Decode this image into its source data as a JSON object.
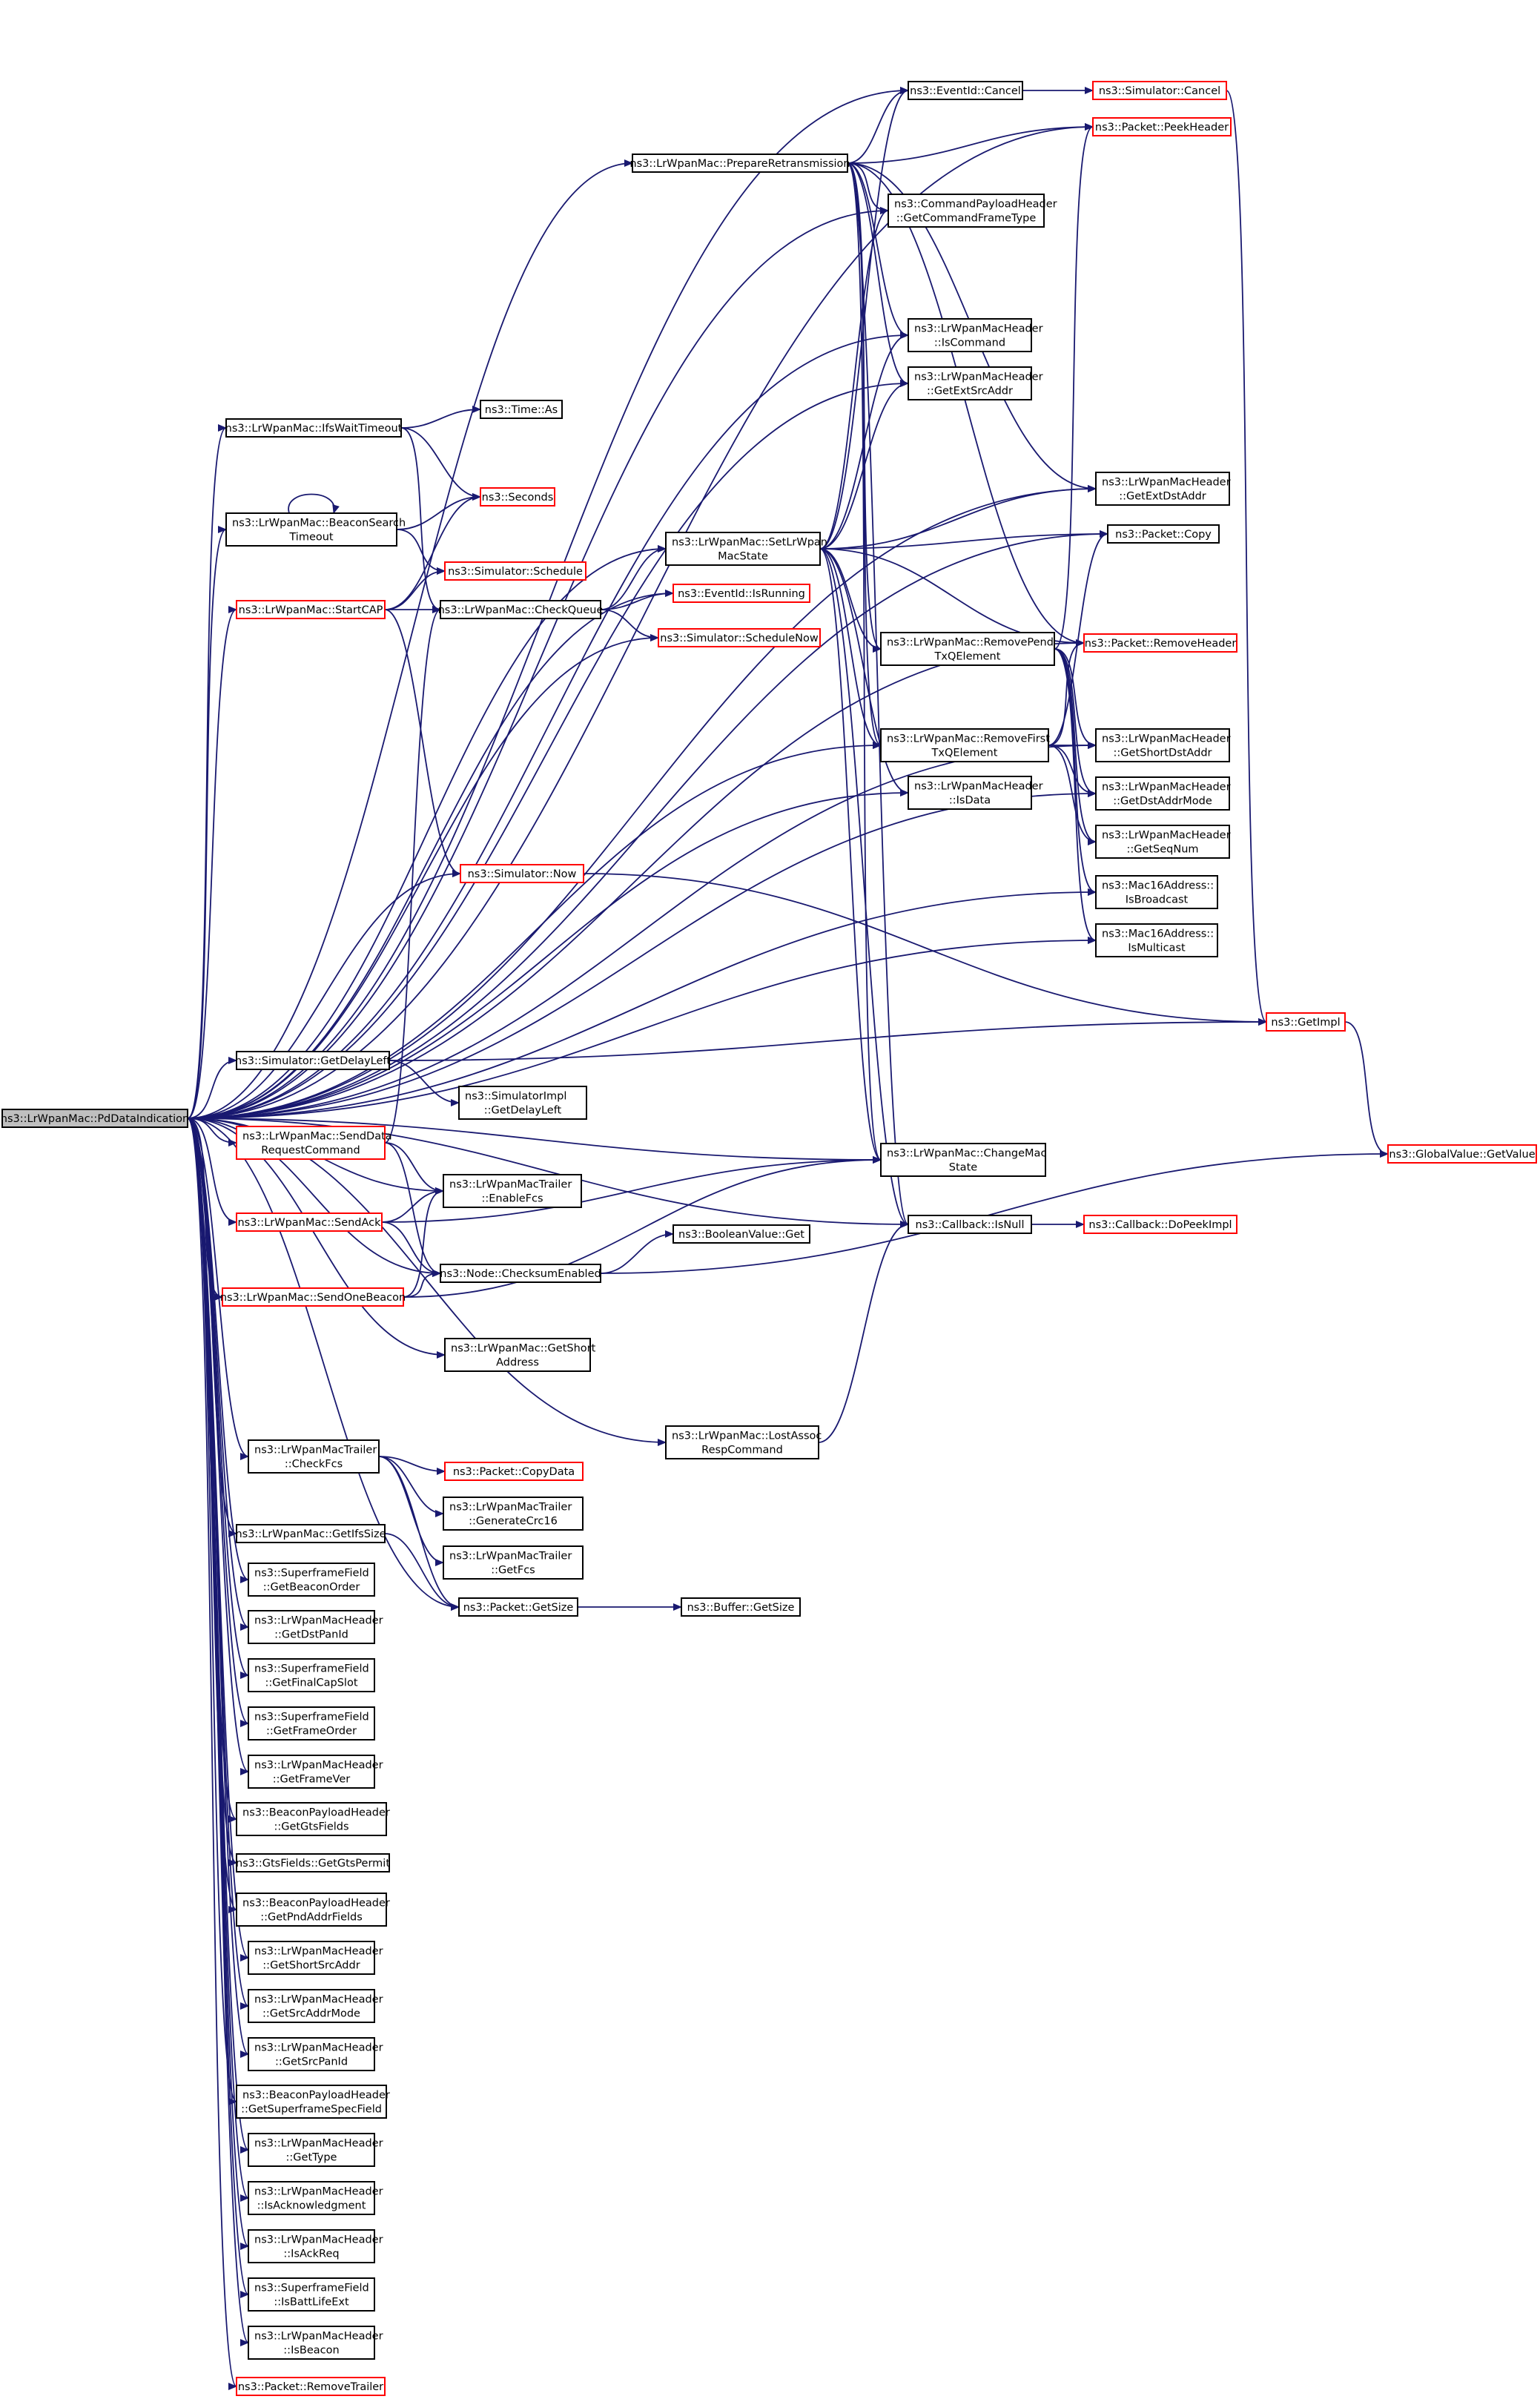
{
  "diagram": {
    "root": "pdDataIndication",
    "nodes": [
      {
        "id": "pdDataIndication",
        "lines": [
          "ns3::LrWpanMac::PdDataIndication"
        ],
        "style": "root"
      },
      {
        "id": "eventIdCancel",
        "lines": [
          "ns3::EventId::Cancel"
        ],
        "style": "black"
      },
      {
        "id": "simulatorCancel",
        "lines": [
          "ns3::Simulator::Cancel"
        ],
        "style": "red"
      },
      {
        "id": "packetPeekHeader",
        "lines": [
          "ns3::Packet::PeekHeader"
        ],
        "style": "red"
      },
      {
        "id": "prepareRetransmission",
        "lines": [
          "ns3::LrWpanMac::PrepareRetransmission"
        ],
        "style": "black"
      },
      {
        "id": "getCommandFrameType",
        "lines": [
          "ns3::CommandPayloadHeader",
          "::GetCommandFrameType"
        ],
        "style": "black"
      },
      {
        "id": "isCommand",
        "lines": [
          "ns3::LrWpanMacHeader",
          "::IsCommand"
        ],
        "style": "black"
      },
      {
        "id": "getExtSrcAddr",
        "lines": [
          "ns3::LrWpanMacHeader",
          "::GetExtSrcAddr"
        ],
        "style": "black"
      },
      {
        "id": "timeAs",
        "lines": [
          "ns3::Time::As"
        ],
        "style": "black"
      },
      {
        "id": "ifsWaitTimeout",
        "lines": [
          "ns3::LrWpanMac::IfsWaitTimeout"
        ],
        "style": "black"
      },
      {
        "id": "seconds",
        "lines": [
          "ns3::Seconds"
        ],
        "style": "red"
      },
      {
        "id": "getExtDstAddr",
        "lines": [
          "ns3::LrWpanMacHeader",
          "::GetExtDstAddr"
        ],
        "style": "black"
      },
      {
        "id": "beaconSearchTimeout",
        "lines": [
          "ns3::LrWpanMac::BeaconSearch",
          "Timeout"
        ],
        "style": "black"
      },
      {
        "id": "setLrWpanMacState",
        "lines": [
          "ns3::LrWpanMac::SetLrWpan",
          "MacState"
        ],
        "style": "black"
      },
      {
        "id": "packetCopy",
        "lines": [
          "ns3::Packet::Copy"
        ],
        "style": "black"
      },
      {
        "id": "simulatorSchedule",
        "lines": [
          "ns3::Simulator::Schedule"
        ],
        "style": "red"
      },
      {
        "id": "eventIdIsRunning",
        "lines": [
          "ns3::EventId::IsRunning"
        ],
        "style": "red"
      },
      {
        "id": "startCAP",
        "lines": [
          "ns3::LrWpanMac::StartCAP"
        ],
        "style": "red"
      },
      {
        "id": "checkQueue",
        "lines": [
          "ns3::LrWpanMac::CheckQueue"
        ],
        "style": "black"
      },
      {
        "id": "simulatorScheduleNow",
        "lines": [
          "ns3::Simulator::ScheduleNow"
        ],
        "style": "red"
      },
      {
        "id": "removePendTxQElement",
        "lines": [
          "ns3::LrWpanMac::RemovePend",
          "TxQElement"
        ],
        "style": "black"
      },
      {
        "id": "packetRemoveHeader",
        "lines": [
          "ns3::Packet::RemoveHeader"
        ],
        "style": "red"
      },
      {
        "id": "removeFirstTxQElement",
        "lines": [
          "ns3::LrWpanMac::RemoveFirst",
          "TxQElement"
        ],
        "style": "black"
      },
      {
        "id": "getShortDstAddr",
        "lines": [
          "ns3::LrWpanMacHeader",
          "::GetShortDstAddr"
        ],
        "style": "black"
      },
      {
        "id": "isData",
        "lines": [
          "ns3::LrWpanMacHeader",
          "::IsData"
        ],
        "style": "black"
      },
      {
        "id": "getDstAddrMode",
        "lines": [
          "ns3::LrWpanMacHeader",
          "::GetDstAddrMode"
        ],
        "style": "black"
      },
      {
        "id": "getSeqNum",
        "lines": [
          "ns3::LrWpanMacHeader",
          "::GetSeqNum"
        ],
        "style": "black"
      },
      {
        "id": "simulatorNow",
        "lines": [
          "ns3::Simulator::Now"
        ],
        "style": "red"
      },
      {
        "id": "isBroadcast",
        "lines": [
          "ns3::Mac16Address::",
          "IsBroadcast"
        ],
        "style": "black"
      },
      {
        "id": "isMulticast",
        "lines": [
          "ns3::Mac16Address::",
          "IsMulticast"
        ],
        "style": "black"
      },
      {
        "id": "getImpl",
        "lines": [
          "ns3::GetImpl"
        ],
        "style": "red"
      },
      {
        "id": "simulatorGetDelayLeft",
        "lines": [
          "ns3::Simulator::GetDelayLeft"
        ],
        "style": "black"
      },
      {
        "id": "simulatorImplGetDelayLeft",
        "lines": [
          "ns3::SimulatorImpl",
          "::GetDelayLeft"
        ],
        "style": "black"
      },
      {
        "id": "globalValueGetValue",
        "lines": [
          "ns3::GlobalValue::GetValue"
        ],
        "style": "red"
      },
      {
        "id": "sendDataRequestCommand",
        "lines": [
          "ns3::LrWpanMac::SendData",
          "RequestCommand"
        ],
        "style": "red"
      },
      {
        "id": "changeMacState",
        "lines": [
          "ns3::LrWpanMac::ChangeMac",
          "State"
        ],
        "style": "black"
      },
      {
        "id": "enableFcs",
        "lines": [
          "ns3::LrWpanMacTrailer",
          "::EnableFcs"
        ],
        "style": "black"
      },
      {
        "id": "sendAck",
        "lines": [
          "ns3::LrWpanMac::SendAck"
        ],
        "style": "red"
      },
      {
        "id": "callbackIsNull",
        "lines": [
          "ns3::Callback::IsNull"
        ],
        "style": "black"
      },
      {
        "id": "callbackDoPeekImpl",
        "lines": [
          "ns3::Callback::DoPeekImpl"
        ],
        "style": "red"
      },
      {
        "id": "booleanValueGet",
        "lines": [
          "ns3::BooleanValue::Get"
        ],
        "style": "black"
      },
      {
        "id": "checksumEnabled",
        "lines": [
          "ns3::Node::ChecksumEnabled"
        ],
        "style": "black"
      },
      {
        "id": "sendOneBeacon",
        "lines": [
          "ns3::LrWpanMac::SendOneBeacon"
        ],
        "style": "red"
      },
      {
        "id": "getShortAddress",
        "lines": [
          "ns3::LrWpanMac::GetShort",
          "Address"
        ],
        "style": "black"
      },
      {
        "id": "lostAssocRespCommand",
        "lines": [
          "ns3::LrWpanMac::LostAssoc",
          "RespCommand"
        ],
        "style": "black"
      },
      {
        "id": "checkFcs",
        "lines": [
          "ns3::LrWpanMacTrailer",
          "::CheckFcs"
        ],
        "style": "black"
      },
      {
        "id": "packetCopyData",
        "lines": [
          "ns3::Packet::CopyData"
        ],
        "style": "red"
      },
      {
        "id": "generateCrc16",
        "lines": [
          "ns3::LrWpanMacTrailer",
          "::GenerateCrc16"
        ],
        "style": "black"
      },
      {
        "id": "getIfsSize",
        "lines": [
          "ns3::LrWpanMac::GetIfsSize"
        ],
        "style": "black"
      },
      {
        "id": "getFcs",
        "lines": [
          "ns3::LrWpanMacTrailer",
          "::GetFcs"
        ],
        "style": "black"
      },
      {
        "id": "getBeaconOrder",
        "lines": [
          "ns3::SuperframeField",
          "::GetBeaconOrder"
        ],
        "style": "black"
      },
      {
        "id": "packetGetSize",
        "lines": [
          "ns3::Packet::GetSize"
        ],
        "style": "black"
      },
      {
        "id": "bufferGetSize",
        "lines": [
          "ns3::Buffer::GetSize"
        ],
        "style": "black"
      },
      {
        "id": "getDstPanId",
        "lines": [
          "ns3::LrWpanMacHeader",
          "::GetDstPanId"
        ],
        "style": "black"
      },
      {
        "id": "getFinalCapSlot",
        "lines": [
          "ns3::SuperframeField",
          "::GetFinalCapSlot"
        ],
        "style": "black"
      },
      {
        "id": "getFrameOrder",
        "lines": [
          "ns3::SuperframeField",
          "::GetFrameOrder"
        ],
        "style": "black"
      },
      {
        "id": "getFrameVer",
        "lines": [
          "ns3::LrWpanMacHeader",
          "::GetFrameVer"
        ],
        "style": "black"
      },
      {
        "id": "getGtsFields",
        "lines": [
          "ns3::BeaconPayloadHeader",
          "::GetGtsFields"
        ],
        "style": "black"
      },
      {
        "id": "getGtsPermit",
        "lines": [
          "ns3::GtsFields::GetGtsPermit"
        ],
        "style": "black"
      },
      {
        "id": "getPndAddrFields",
        "lines": [
          "ns3::BeaconPayloadHeader",
          "::GetPndAddrFields"
        ],
        "style": "black"
      },
      {
        "id": "getShortSrcAddr",
        "lines": [
          "ns3::LrWpanMacHeader",
          "::GetShortSrcAddr"
        ],
        "style": "black"
      },
      {
        "id": "getSrcAddrMode",
        "lines": [
          "ns3::LrWpanMacHeader",
          "::GetSrcAddrMode"
        ],
        "style": "black"
      },
      {
        "id": "getSrcPanId",
        "lines": [
          "ns3::LrWpanMacHeader",
          "::GetSrcPanId"
        ],
        "style": "black"
      },
      {
        "id": "getSuperframeSpecField",
        "lines": [
          "ns3::BeaconPayloadHeader",
          "::GetSuperframeSpecField"
        ],
        "style": "black"
      },
      {
        "id": "getType",
        "lines": [
          "ns3::LrWpanMacHeader",
          "::GetType"
        ],
        "style": "black"
      },
      {
        "id": "isAcknowledgment",
        "lines": [
          "ns3::LrWpanMacHeader",
          "::IsAcknowledgment"
        ],
        "style": "black"
      },
      {
        "id": "isAckReq",
        "lines": [
          "ns3::LrWpanMacHeader",
          "::IsAckReq"
        ],
        "style": "black"
      },
      {
        "id": "isBattLifeExt",
        "lines": [
          "ns3::SuperframeField",
          "::IsBattLifeExt"
        ],
        "style": "black"
      },
      {
        "id": "isBeacon",
        "lines": [
          "ns3::LrWpanMacHeader",
          "::IsBeacon"
        ],
        "style": "black"
      },
      {
        "id": "packetRemoveTrailer",
        "lines": [
          "ns3::Packet::RemoveTrailer"
        ],
        "style": "red"
      }
    ],
    "edges": [
      [
        "pdDataIndication",
        "eventIdCancel"
      ],
      [
        "pdDataIndication",
        "packetPeekHeader"
      ],
      [
        "pdDataIndication",
        "prepareRetransmission"
      ],
      [
        "pdDataIndication",
        "getCommandFrameType"
      ],
      [
        "pdDataIndication",
        "isCommand"
      ],
      [
        "pdDataIndication",
        "getExtSrcAddr"
      ],
      [
        "pdDataIndication",
        "ifsWaitTimeout"
      ],
      [
        "pdDataIndication",
        "getExtDstAddr"
      ],
      [
        "pdDataIndication",
        "beaconSearchTimeout"
      ],
      [
        "pdDataIndication",
        "setLrWpanMacState"
      ],
      [
        "pdDataIndication",
        "packetCopy"
      ],
      [
        "pdDataIndication",
        "eventIdIsRunning"
      ],
      [
        "pdDataIndication",
        "startCAP"
      ],
      [
        "pdDataIndication",
        "simulatorScheduleNow"
      ],
      [
        "pdDataIndication",
        "packetRemoveHeader"
      ],
      [
        "pdDataIndication",
        "removeFirstTxQElement"
      ],
      [
        "pdDataIndication",
        "isData"
      ],
      [
        "pdDataIndication",
        "getDstAddrMode"
      ],
      [
        "pdDataIndication",
        "getShortDstAddr"
      ],
      [
        "pdDataIndication",
        "simulatorNow"
      ],
      [
        "pdDataIndication",
        "isBroadcast"
      ],
      [
        "pdDataIndication",
        "isMulticast"
      ],
      [
        "pdDataIndication",
        "simulatorGetDelayLeft"
      ],
      [
        "pdDataIndication",
        "sendDataRequestCommand"
      ],
      [
        "pdDataIndication",
        "changeMacState"
      ],
      [
        "pdDataIndication",
        "enableFcs"
      ],
      [
        "pdDataIndication",
        "sendAck"
      ],
      [
        "pdDataIndication",
        "checksumEnabled"
      ],
      [
        "pdDataIndication",
        "sendOneBeacon"
      ],
      [
        "pdDataIndication",
        "getShortAddress"
      ],
      [
        "pdDataIndication",
        "callbackIsNull"
      ],
      [
        "pdDataIndication",
        "lostAssocRespCommand"
      ],
      [
        "pdDataIndication",
        "checkFcs"
      ],
      [
        "pdDataIndication",
        "getIfsSize"
      ],
      [
        "pdDataIndication",
        "getBeaconOrder"
      ],
      [
        "pdDataIndication",
        "getDstPanId"
      ],
      [
        "pdDataIndication",
        "getFinalCapSlot"
      ],
      [
        "pdDataIndication",
        "getFrameOrder"
      ],
      [
        "pdDataIndication",
        "getFrameVer"
      ],
      [
        "pdDataIndication",
        "getGtsFields"
      ],
      [
        "pdDataIndication",
        "getGtsPermit"
      ],
      [
        "pdDataIndication",
        "getPndAddrFields"
      ],
      [
        "pdDataIndication",
        "getShortSrcAddr"
      ],
      [
        "pdDataIndication",
        "getSrcAddrMode"
      ],
      [
        "pdDataIndication",
        "getSrcPanId"
      ],
      [
        "pdDataIndication",
        "getSuperframeSpecField"
      ],
      [
        "pdDataIndication",
        "getType"
      ],
      [
        "pdDataIndication",
        "isAcknowledgment"
      ],
      [
        "pdDataIndication",
        "isAckReq"
      ],
      [
        "pdDataIndication",
        "isBattLifeExt"
      ],
      [
        "pdDataIndication",
        "isBeacon"
      ],
      [
        "pdDataIndication",
        "packetRemoveTrailer"
      ],
      [
        "pdDataIndication",
        "packetGetSize"
      ],
      [
        "eventIdCancel",
        "simulatorCancel"
      ],
      [
        "simulatorCancel",
        "getImpl"
      ],
      [
        "prepareRetransmission",
        "eventIdCancel"
      ],
      [
        "prepareRetransmission",
        "packetPeekHeader"
      ],
      [
        "prepareRetransmission",
        "getCommandFrameType"
      ],
      [
        "prepareRetransmission",
        "isCommand"
      ],
      [
        "prepareRetransmission",
        "getExtSrcAddr"
      ],
      [
        "prepareRetransmission",
        "getExtDstAddr"
      ],
      [
        "prepareRetransmission",
        "packetRemoveHeader"
      ],
      [
        "prepareRetransmission",
        "removePendTxQElement"
      ],
      [
        "prepareRetransmission",
        "removeFirstTxQElement"
      ],
      [
        "prepareRetransmission",
        "changeMacState"
      ],
      [
        "prepareRetransmission",
        "callbackIsNull"
      ],
      [
        "ifsWaitTimeout",
        "timeAs"
      ],
      [
        "ifsWaitTimeout",
        "seconds"
      ],
      [
        "ifsWaitTimeout",
        "checkQueue"
      ],
      [
        "beaconSearchTimeout",
        "beaconSearchTimeout"
      ],
      [
        "beaconSearchTimeout",
        "seconds"
      ],
      [
        "beaconSearchTimeout",
        "simulatorSchedule"
      ],
      [
        "startCAP",
        "seconds"
      ],
      [
        "startCAP",
        "simulatorSchedule"
      ],
      [
        "startCAP",
        "checkQueue"
      ],
      [
        "startCAP",
        "simulatorNow"
      ],
      [
        "checkQueue",
        "setLrWpanMacState"
      ],
      [
        "checkQueue",
        "eventIdIsRunning"
      ],
      [
        "checkQueue",
        "simulatorScheduleNow"
      ],
      [
        "setLrWpanMacState",
        "eventIdCancel"
      ],
      [
        "setLrWpanMacState",
        "getCommandFrameType"
      ],
      [
        "setLrWpanMacState",
        "isCommand"
      ],
      [
        "setLrWpanMacState",
        "getExtSrcAddr"
      ],
      [
        "setLrWpanMacState",
        "getExtDstAddr"
      ],
      [
        "setLrWpanMacState",
        "packetCopy"
      ],
      [
        "setLrWpanMacState",
        "packetRemoveHeader"
      ],
      [
        "setLrWpanMacState",
        "removePendTxQElement"
      ],
      [
        "setLrWpanMacState",
        "removeFirstTxQElement"
      ],
      [
        "setLrWpanMacState",
        "isData"
      ],
      [
        "setLrWpanMacState",
        "changeMacState"
      ],
      [
        "setLrWpanMacState",
        "callbackIsNull"
      ],
      [
        "removePendTxQElement",
        "packetPeekHeader"
      ],
      [
        "removePendTxQElement",
        "getShortDstAddr"
      ],
      [
        "removePendTxQElement",
        "getDstAddrMode"
      ],
      [
        "removePendTxQElement",
        "getSeqNum"
      ],
      [
        "removePendTxQElement",
        "isBroadcast"
      ],
      [
        "removePendTxQElement",
        "isMulticast"
      ],
      [
        "removeFirstTxQElement",
        "packetCopy"
      ],
      [
        "removeFirstTxQElement",
        "packetRemoveHeader"
      ],
      [
        "removeFirstTxQElement",
        "getShortDstAddr"
      ],
      [
        "removeFirstTxQElement",
        "getDstAddrMode"
      ],
      [
        "removeFirstTxQElement",
        "getSeqNum"
      ],
      [
        "simulatorNow",
        "getImpl"
      ],
      [
        "getImpl",
        "globalValueGetValue"
      ],
      [
        "simulatorGetDelayLeft",
        "getImpl"
      ],
      [
        "simulatorGetDelayLeft",
        "simulatorImplGetDelayLeft"
      ],
      [
        "sendDataRequestCommand",
        "checkQueue"
      ],
      [
        "sendDataRequestCommand",
        "enableFcs"
      ],
      [
        "sendDataRequestCommand",
        "checksumEnabled"
      ],
      [
        "sendAck",
        "changeMacState"
      ],
      [
        "sendAck",
        "enableFcs"
      ],
      [
        "sendAck",
        "checksumEnabled"
      ],
      [
        "sendOneBeacon",
        "changeMacState"
      ],
      [
        "sendOneBeacon",
        "enableFcs"
      ],
      [
        "sendOneBeacon",
        "checksumEnabled"
      ],
      [
        "checksumEnabled",
        "booleanValueGet"
      ],
      [
        "checksumEnabled",
        "globalValueGetValue"
      ],
      [
        "callbackIsNull",
        "callbackDoPeekImpl"
      ],
      [
        "lostAssocRespCommand",
        "callbackIsNull"
      ],
      [
        "checkFcs",
        "packetCopyData"
      ],
      [
        "checkFcs",
        "generateCrc16"
      ],
      [
        "checkFcs",
        "getFcs"
      ],
      [
        "checkFcs",
        "packetGetSize"
      ],
      [
        "getIfsSize",
        "packetGetSize"
      ],
      [
        "packetGetSize",
        "bufferGetSize"
      ]
    ]
  }
}
